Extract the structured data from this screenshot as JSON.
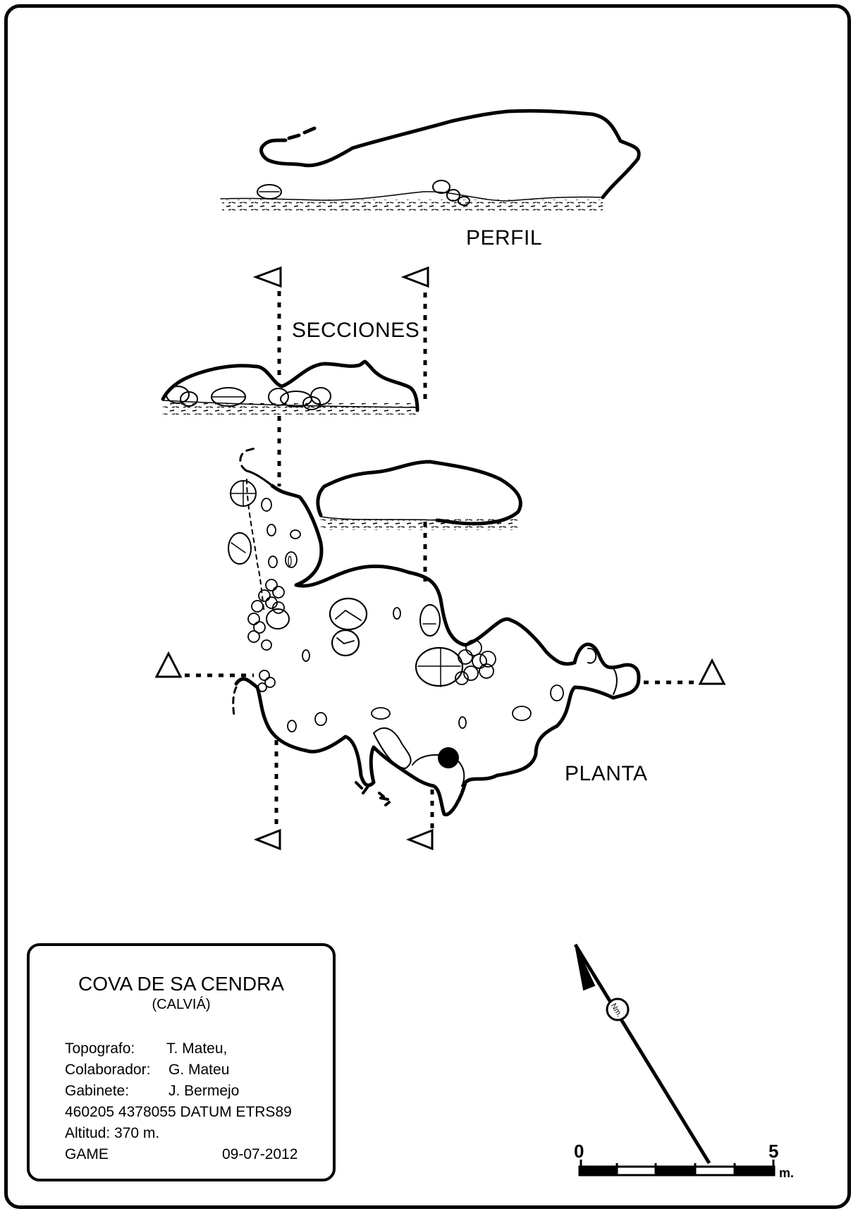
{
  "labels": {
    "perfil": "PERFIL",
    "secciones": "SECCIONES",
    "planta": "PLANTA"
  },
  "info": {
    "title": "COVA DE SA CENDRA",
    "subtitle": "(CALVIÁ)",
    "rows": [
      {
        "label": "Topografo:",
        "value": "T. Mateu,"
      },
      {
        "label": "Colaborador:",
        "value": "G. Mateu"
      },
      {
        "label": "Gabinete:",
        "value": "J. Bermejo"
      }
    ],
    "coords": "460205 4378055 DATUM ETRS89",
    "altitude": "Altitud: 370 m.",
    "group": "GAME",
    "date": "09-07-2012"
  },
  "north_arrow": {
    "label": "Nm."
  },
  "scale_bar": {
    "start": "0",
    "end": "5",
    "unit": "m."
  },
  "colors": {
    "ink": "#000000",
    "paper": "#ffffff"
  }
}
